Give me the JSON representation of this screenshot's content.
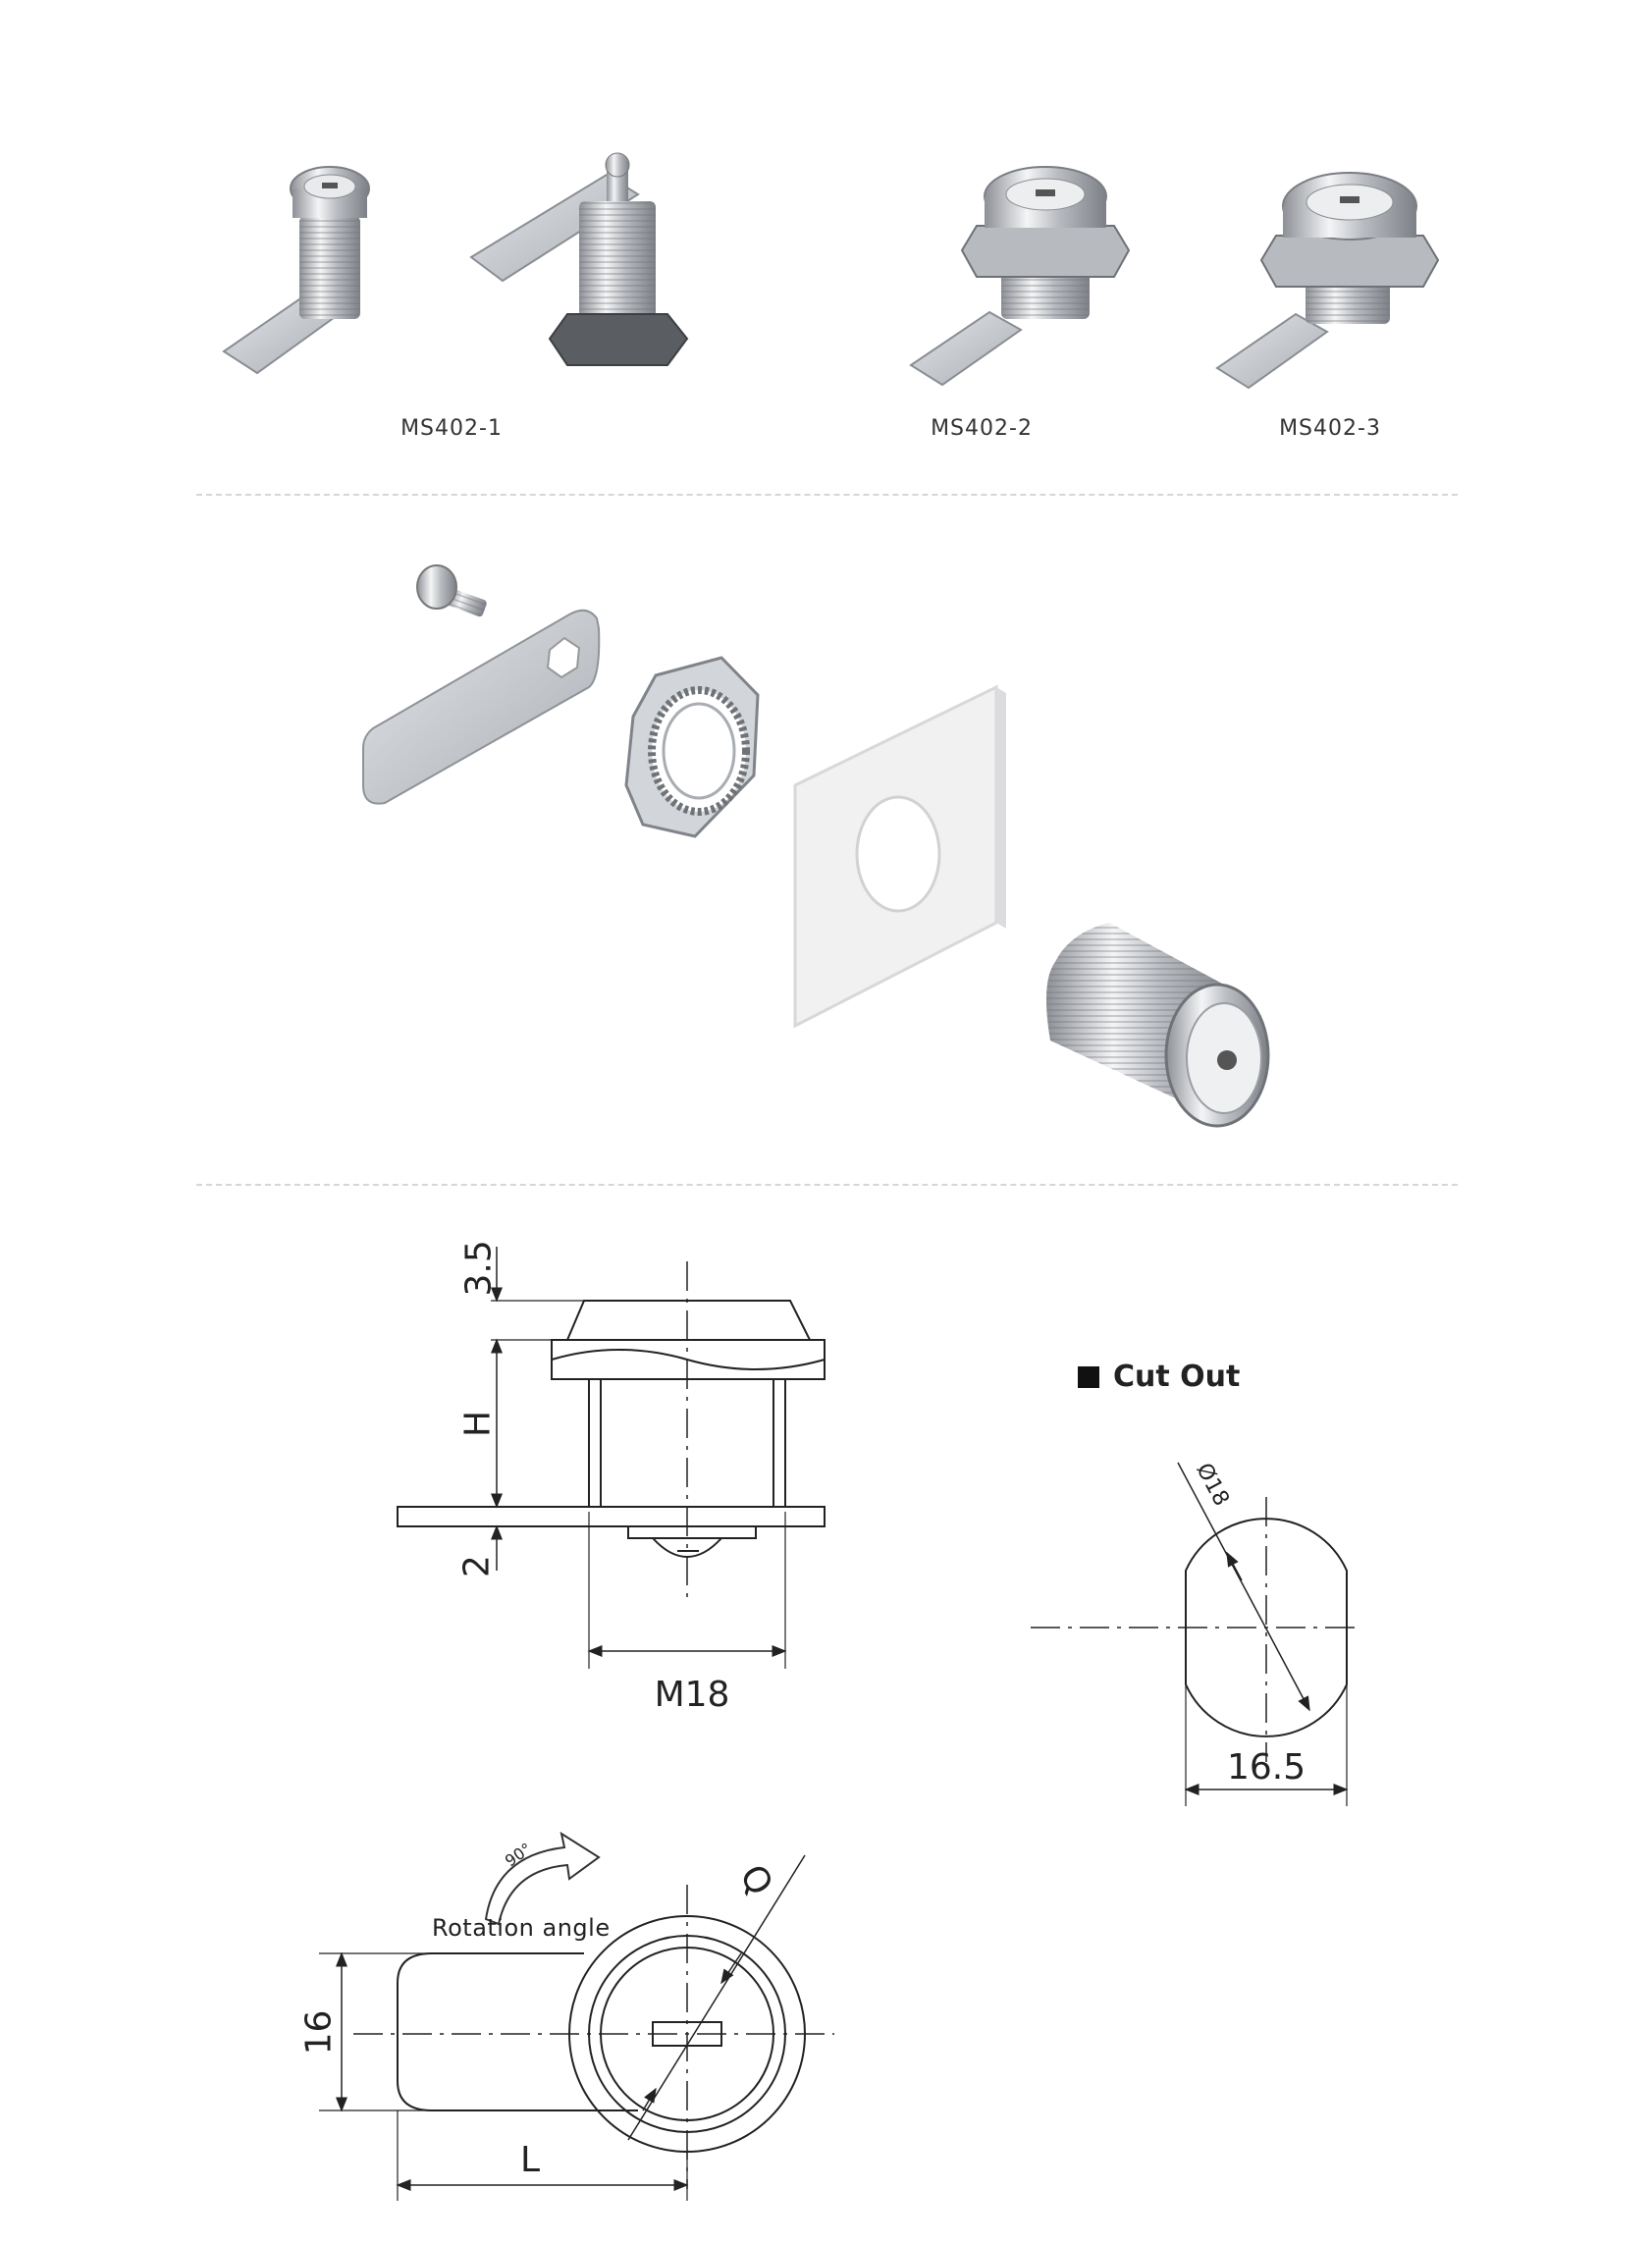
{
  "products": [
    {
      "code": "MS402-1"
    },
    {
      "code": "MS402-2"
    },
    {
      "code": "MS402-3"
    }
  ],
  "drawing": {
    "side_view": {
      "top_dim": "3.5",
      "height_dim": "H",
      "cam_dim": "2",
      "thread_dim": "M18"
    },
    "cut_out": {
      "title": "Cut Out",
      "diameter": "Ø18",
      "width": "16.5"
    },
    "front_view": {
      "rotation_label": "Rotation angle",
      "angle": "90°",
      "cam_width": "16",
      "cam_length": "L",
      "q_dim": "Q"
    }
  },
  "colors": {
    "line": "#222222",
    "metal": "#c9ccd0",
    "panel": "#eeeeee"
  }
}
